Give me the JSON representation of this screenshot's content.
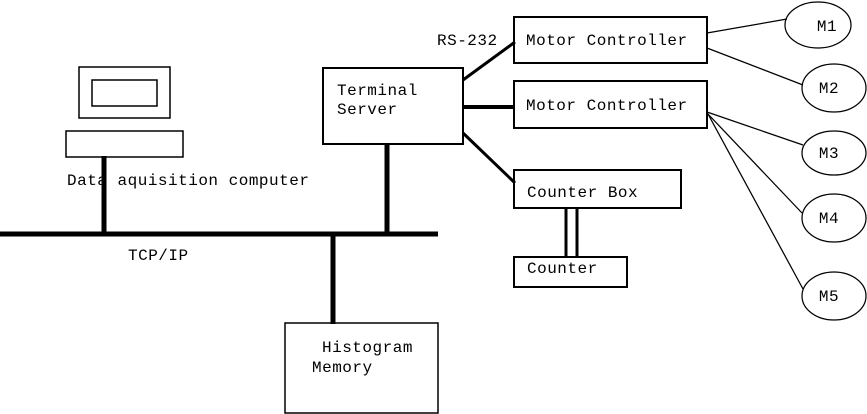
{
  "diagram": {
    "computer": {
      "label": "Data aquisition computer"
    },
    "terminal_server": {
      "line1": "Terminal",
      "line2": "Server"
    },
    "motor_controller_1": {
      "label": "Motor Controller"
    },
    "motor_controller_2": {
      "label": "Motor Controller"
    },
    "counter_box": {
      "label": "Counter Box"
    },
    "counter": {
      "label": "Counter"
    },
    "histogram_memory": {
      "line1": "Histogram",
      "line2": "Memory"
    },
    "motors": [
      {
        "label": "M1"
      },
      {
        "label": "M2"
      },
      {
        "label": "M3"
      },
      {
        "label": "M4"
      },
      {
        "label": "M5"
      }
    ],
    "edge_labels": {
      "serial": "RS-232",
      "network": "TCP/IP"
    },
    "colors": {
      "stroke": "#000000",
      "text": "#000000",
      "background": "#ffffff"
    }
  }
}
